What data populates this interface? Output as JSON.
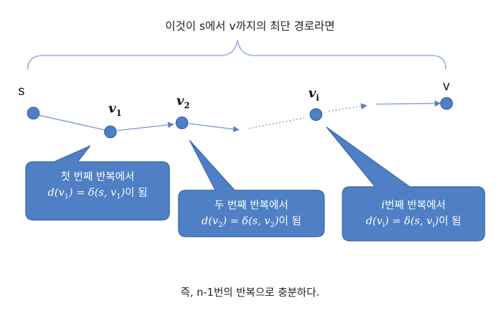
{
  "title": "이것이 s에서 v까지의 최단 경로라면",
  "footer": "즉, n-1번의 반복으로 충분하다.",
  "colors": {
    "node_fill": "#4f7fc4",
    "node_stroke": "#3a67a8",
    "bubble_fill": "#4f7fc4",
    "bubble_stroke": "#3b68a8",
    "edge": "#6f93cc",
    "brace": "#93b0da"
  },
  "nodes": {
    "s": {
      "label": "s"
    },
    "v1": {
      "label_base": "v",
      "label_sub": "1"
    },
    "v2": {
      "label_base": "v",
      "label_sub": "2"
    },
    "vi": {
      "label_base": "v",
      "label_sub": "i"
    },
    "v": {
      "label": "v"
    }
  },
  "callouts": [
    {
      "line1": "첫 번째 반복에서",
      "math_v": "v",
      "math_sub": "1",
      "suffix": "이 됨"
    },
    {
      "line1": "두 번째 반복에서",
      "math_v": "v",
      "math_sub": "2",
      "suffix": "이 됨"
    },
    {
      "line1_math": "i",
      "line1_rest": "번째 반복에서",
      "math_v": "v",
      "math_sub": "i",
      "suffix": "이 됨"
    }
  ],
  "math_parts": {
    "d_open": "d(",
    "eq_delta": ") = δ(s, ",
    "close": ")"
  }
}
